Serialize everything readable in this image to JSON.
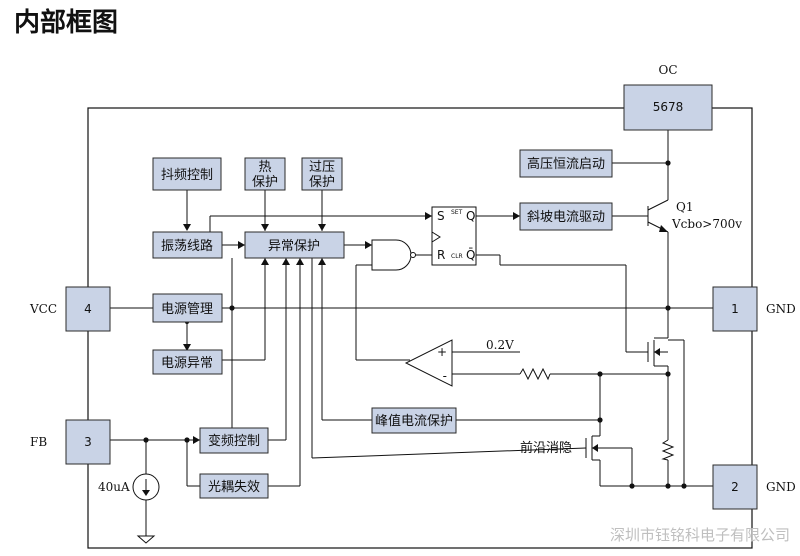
{
  "title": "内部框图",
  "blocks": {
    "jitter": "抖频控制",
    "heat_line1": "热",
    "heat_line2": "保护",
    "ovp_line1": "过压",
    "ovp_line2": "保护",
    "osc": "振荡线路",
    "abn": "异常保护",
    "pwr_mgmt": "电源管理",
    "pwr_abn": "电源异常",
    "freq_ctrl": "变频控制",
    "opto": "光耦失效",
    "peak": "峰值电流保护",
    "hv_start": "高压恒流启动",
    "ramp": "斜坡电流驱动",
    "leb": "前沿消隐"
  },
  "pins": {
    "oc_label": "OC",
    "oc_box": "5678",
    "vcc_label": "VCC",
    "vcc_num": "4",
    "fb_label": "FB",
    "fb_num": "3",
    "gnd1_label": "GND",
    "gnd1_num": "1",
    "gnd2_label": "GND",
    "gnd2_num": "2"
  },
  "annotations": {
    "q1": "Q1",
    "vcbo": "Vcbo>700v",
    "vref": "0.2V",
    "current": "40uA",
    "s": "S",
    "r": "R",
    "q": "Q",
    "qbar": "Q̄",
    "set": "SET",
    "clr": "CLR"
  },
  "watermark": "深圳市钰铭科电子有限公司"
}
